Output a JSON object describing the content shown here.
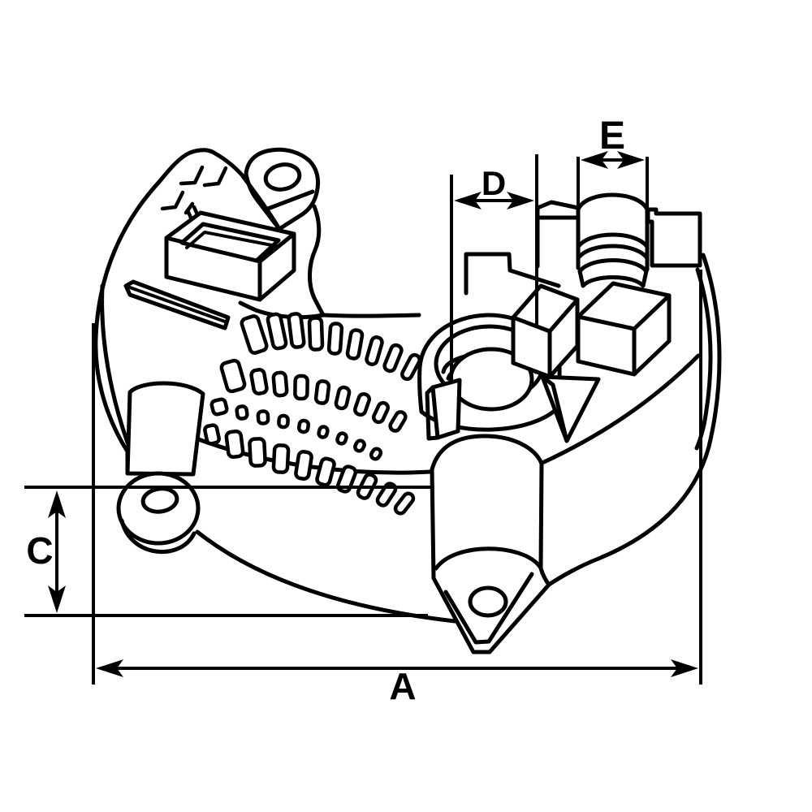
{
  "figure": {
    "type": "technical-line-drawing",
    "subject": "alternator rectifier bracket, isometric view with dimension callouts",
    "background_color": "#ffffff",
    "line_color": "#000000"
  },
  "dimension_labels": {
    "a": "A",
    "c": "C",
    "d": "D",
    "e": "E"
  }
}
